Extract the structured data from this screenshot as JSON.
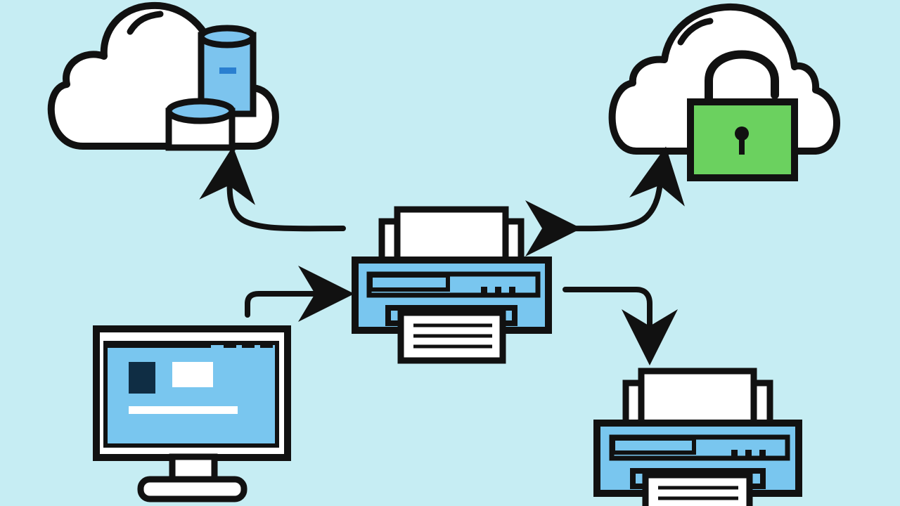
{
  "colors": {
    "background": "#c6edf3",
    "outline": "#111111",
    "cloud_fill": "#ffffff",
    "device_blue": "#79c6ef",
    "paper": "#ffffff",
    "lock_green": "#6bd15f",
    "database_blue": "#7cc4ee",
    "database_band": "#2a7fd0",
    "screen_dark_tile": "#0f2d44"
  },
  "nodes": [
    {
      "id": "cloud-storage",
      "icon": "cloud-database-icon"
    },
    {
      "id": "cloud-secure",
      "icon": "cloud-lock-icon"
    },
    {
      "id": "print-server",
      "icon": "printer-icon"
    },
    {
      "id": "computer",
      "icon": "monitor-icon"
    },
    {
      "id": "output-printer",
      "icon": "printer-icon"
    }
  ],
  "edges": [
    {
      "from": "print-server",
      "to": "cloud-storage",
      "direction": "one-way"
    },
    {
      "from": "print-server",
      "to": "cloud-secure",
      "direction": "two-way"
    },
    {
      "from": "computer",
      "to": "print-server",
      "direction": "one-way"
    },
    {
      "from": "print-server",
      "to": "output-printer",
      "direction": "one-way"
    }
  ]
}
